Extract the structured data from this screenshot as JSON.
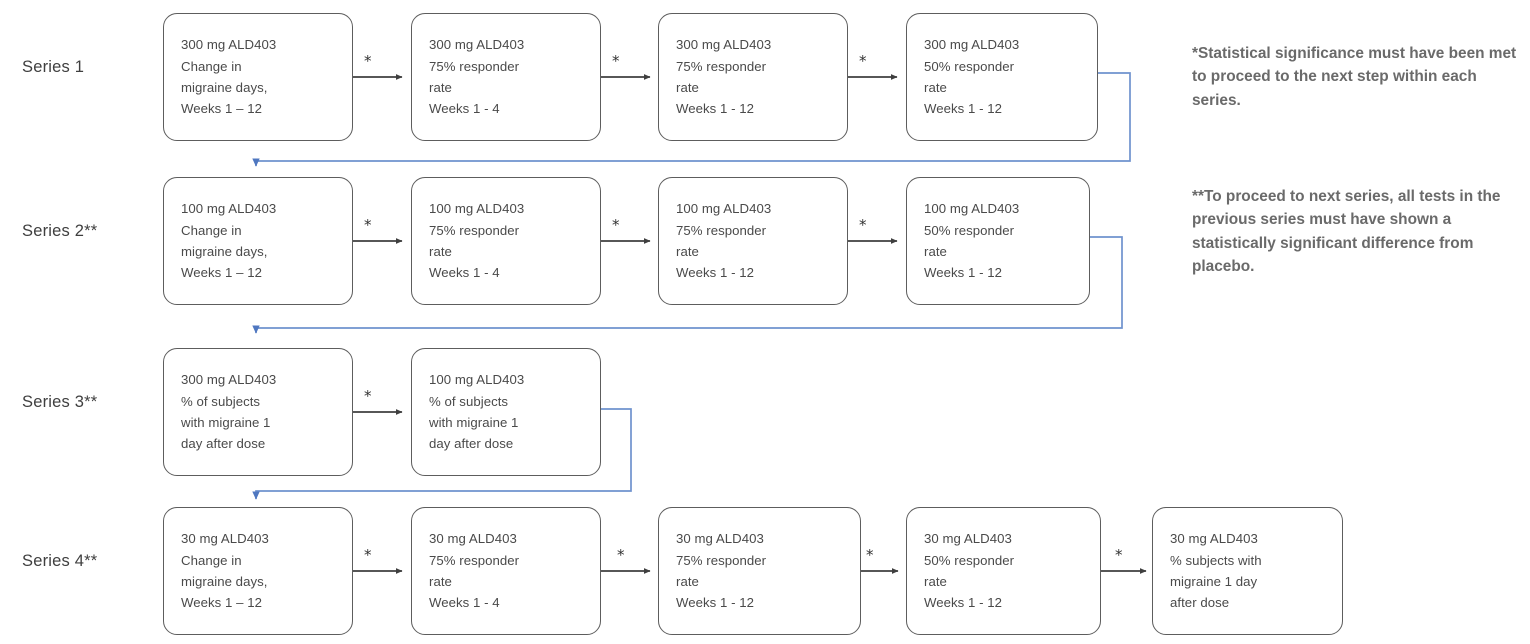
{
  "diagram": {
    "title": "ALD403 hierarchical statistical testing sequence",
    "colors": {
      "node_border": "#5d5d5d",
      "node_text": "#4a4a4a",
      "arrow": "#3f3f3f",
      "series_connector": "#6f92ce",
      "note_text": "#6a6a6a",
      "background": "#ffffff"
    },
    "step_marker": "*"
  },
  "series": [
    {
      "label": "Series 1",
      "nodes": [
        {
          "text": "300 mg ALD403\nChange in\nmigraine days,\nWeeks 1 – 12"
        },
        {
          "text": "300 mg ALD403\n75% responder\nrate\nWeeks 1 - 4"
        },
        {
          "text": "300 mg ALD403\n75% responder\nrate\nWeeks 1 - 12"
        },
        {
          "text": "300 mg ALD403\n50% responder\nrate\nWeeks 1 - 12"
        }
      ]
    },
    {
      "label": "Series 2**",
      "nodes": [
        {
          "text": "100 mg ALD403\nChange in\nmigraine days,\nWeeks 1 – 12"
        },
        {
          "text": "100 mg  ALD403\n75% responder\nrate\nWeeks 1 - 4"
        },
        {
          "text": "100 mg  ALD403\n75% responder\nrate\nWeeks 1 - 12"
        },
        {
          "text": "100 mg ALD403\n50% responder\nrate\nWeeks 1 - 12"
        }
      ]
    },
    {
      "label": "Series 3**",
      "nodes": [
        {
          "text": "300 mg ALD403\n% of subjects\nwith migraine 1\nday after dose"
        },
        {
          "text": "100 mg ALD403\n% of subjects\nwith migraine 1\nday after dose"
        }
      ]
    },
    {
      "label": "Series 4**",
      "nodes": [
        {
          "text": "30 mg ALD403\nChange in\nmigraine days,\nWeeks 1 – 12"
        },
        {
          "text": "30 mg  ALD403\n75% responder\nrate\nWeeks 1 - 4"
        },
        {
          "text": "30 mg  ALD403\n75% responder\nrate\nWeeks 1 - 12"
        },
        {
          "text": "30 mg ALD403\n50% responder\nrate\nWeeks 1 - 12"
        },
        {
          "text": "30 mg ALD403\n% subjects with\nmigraine 1 day\nafter dose"
        }
      ]
    }
  ],
  "notes": {
    "single_asterisk": "*Statistical significance must have been met to proceed to the next step within each series.",
    "double_asterisk": "**To proceed to next series, all tests in the previous series must have shown a statistically significant difference from placebo."
  }
}
